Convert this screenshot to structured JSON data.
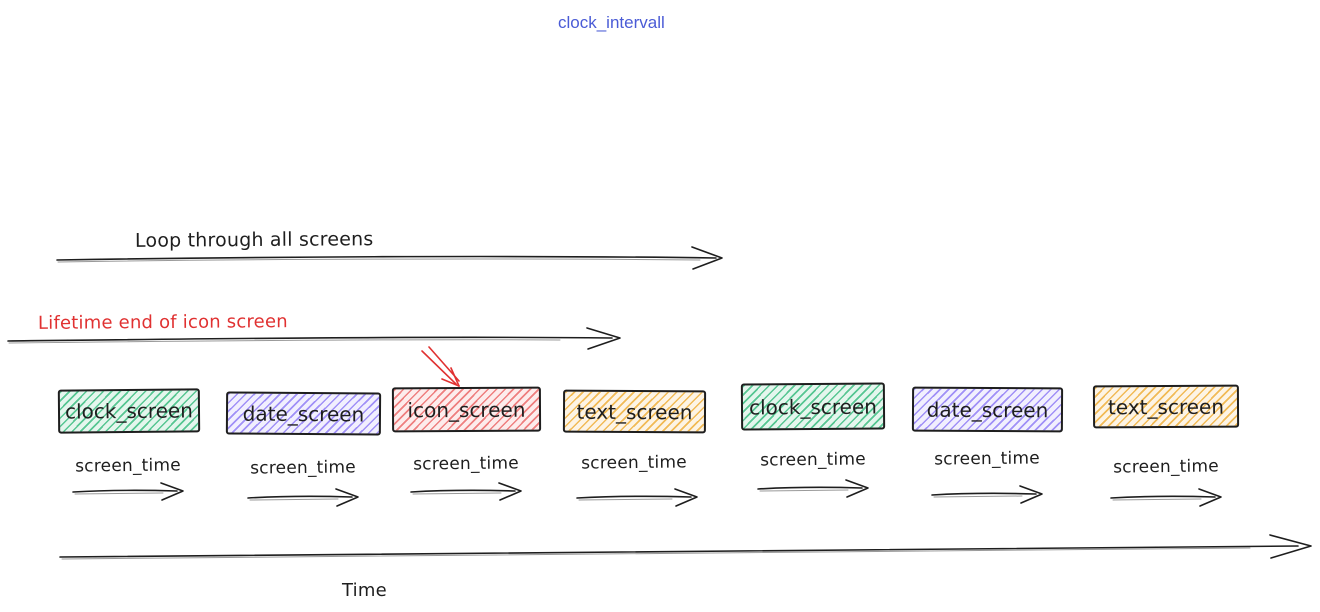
{
  "title": {
    "text": "clock_intervall",
    "color": "#4a5bd6"
  },
  "annotations": {
    "loop_arrow_label": "Loop through all screens",
    "lifetime_arrow_label": "Lifetime end of icon screen",
    "time_axis_label": "Time",
    "screen_time_label": "screen_time"
  },
  "timeline": {
    "screens": [
      {
        "label": "clock_screen",
        "color_name": "green",
        "fill": "#6fd8a8"
      },
      {
        "label": "date_screen",
        "color_name": "purple",
        "fill": "#b3a6f7"
      },
      {
        "label": "icon_screen",
        "color_name": "red",
        "fill": "#f0a3a3"
      },
      {
        "label": "text_screen",
        "color_name": "yellow",
        "fill": "#f4c65e"
      },
      {
        "label": "clock_screen",
        "color_name": "green",
        "fill": "#6fd8a8"
      },
      {
        "label": "date_screen",
        "color_name": "purple",
        "fill": "#b3a6f7"
      },
      {
        "label": "text_screen",
        "color_name": "yellow",
        "fill": "#f4c65e"
      }
    ]
  },
  "colors": {
    "stroke": "#1e1e1e",
    "lifetime_red": "#e03131",
    "title_blue": "#4a5bd6",
    "clock_green": "#6fd8a8",
    "date_purple": "#b3a6f7",
    "icon_red": "#f0a3a3",
    "text_yellow": "#f4c65e"
  }
}
